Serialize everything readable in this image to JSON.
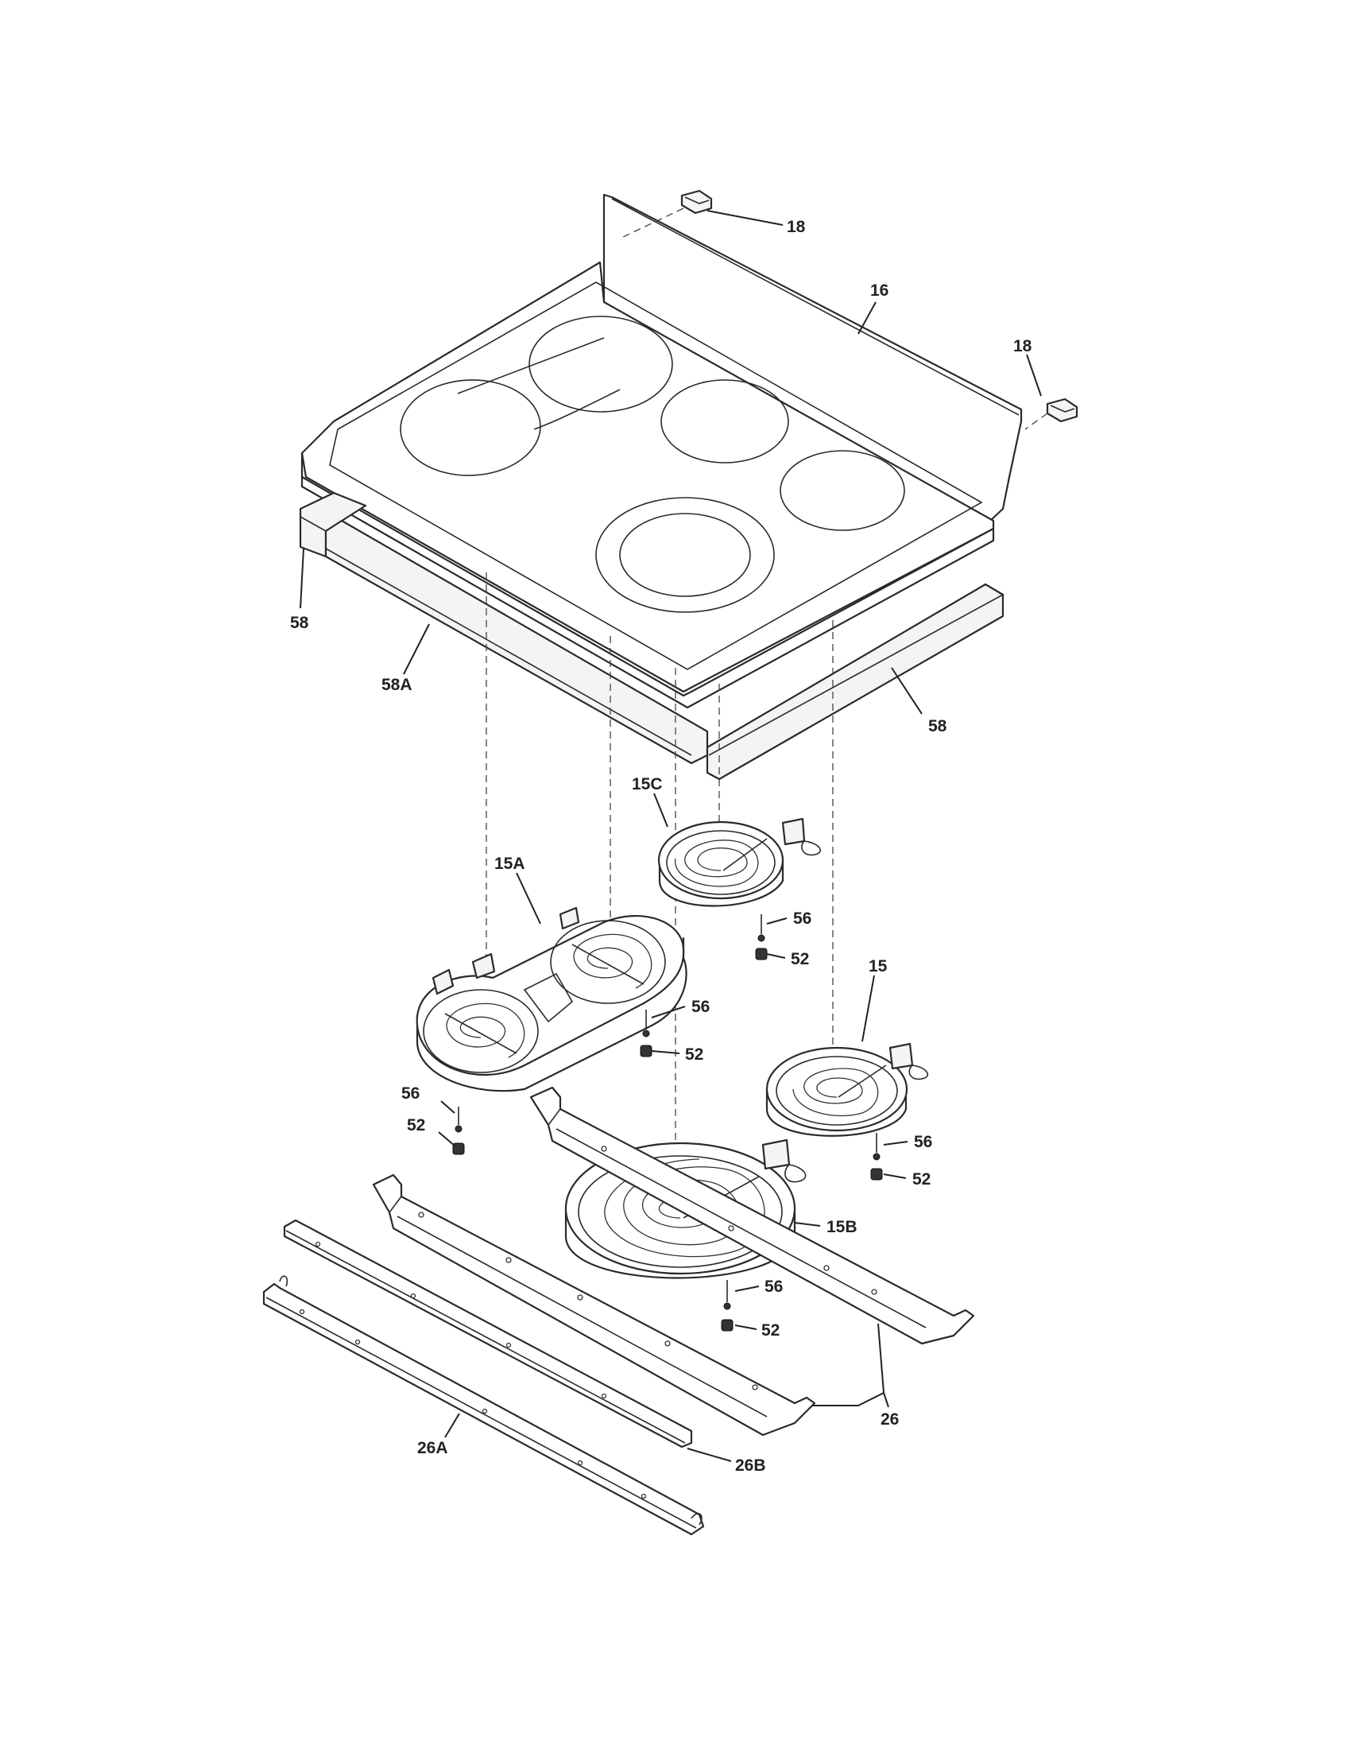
{
  "labels": {
    "p18a": "18",
    "p16": "16",
    "p18b": "18",
    "p58l": "58",
    "p58a": "58A",
    "p58r": "58",
    "p15c": "15C",
    "p15a": "15A",
    "p56a": "56",
    "p52a": "52",
    "p56b": "56",
    "p52b": "52",
    "p15": "15",
    "p56c": "56",
    "p52c": "52",
    "p56d": "56",
    "p52d": "52",
    "p15b": "15B",
    "p56e": "56",
    "p52e": "52",
    "p26": "26",
    "p26a": "26A",
    "p26b": "26B"
  }
}
